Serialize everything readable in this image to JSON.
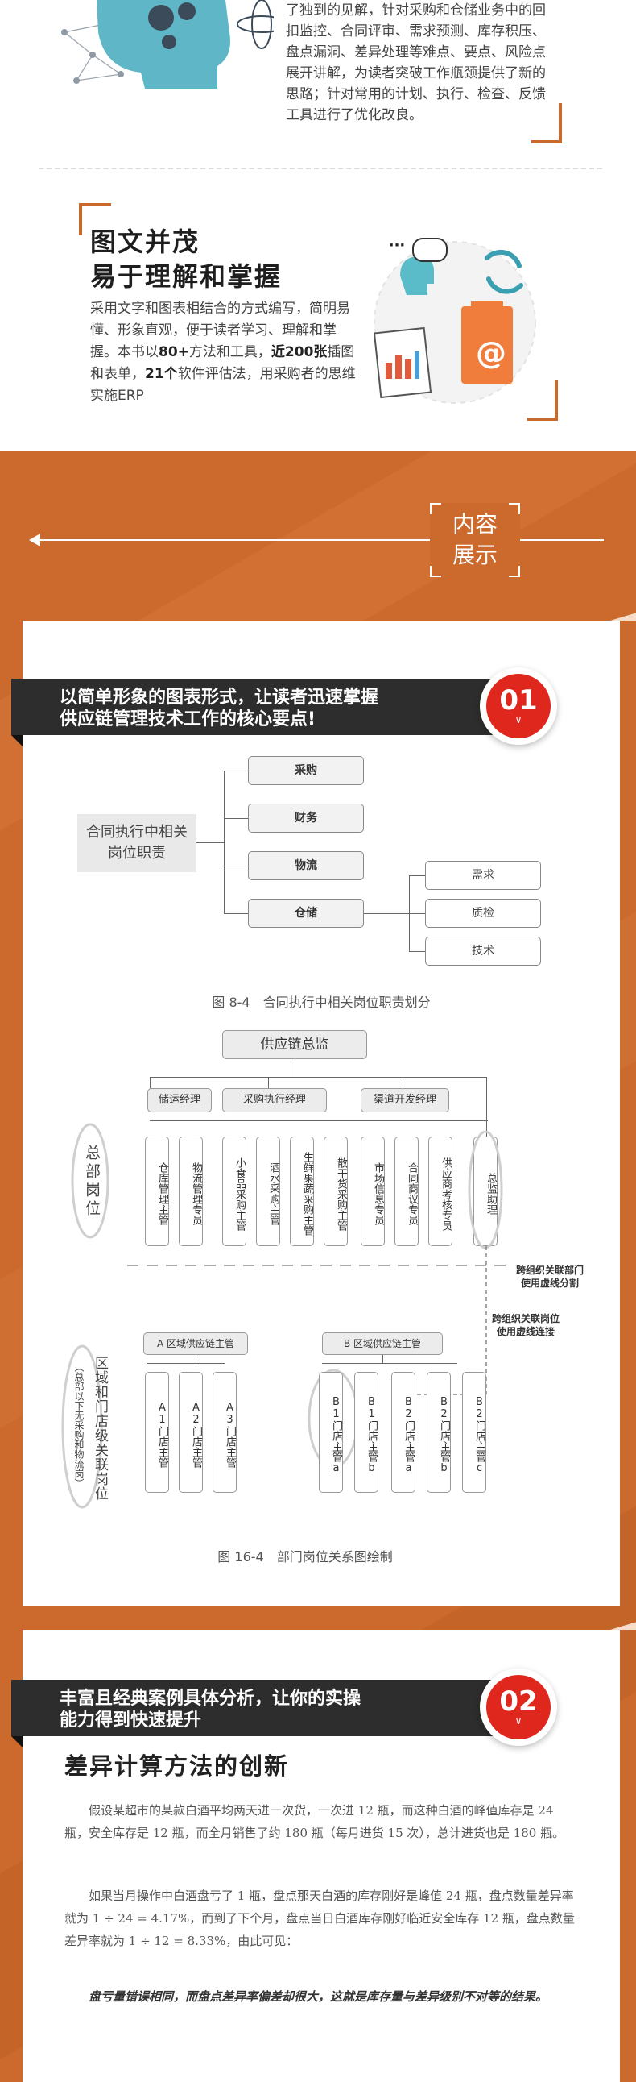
{
  "intro": {
    "paragraph": "了独到的见解，针对采购和仓储业务中的回扣监控、合同评审、需求预测、库存积压、盘点漏洞、差异处理等难点、要点、风险点展开讲解，为读者突破工作瓶颈提供了新的思路；针对常用的计划、执行、检查、反馈工具进行了优化改良。"
  },
  "feature2": {
    "title_line1": "图文并茂",
    "title_line2": "易于理解和掌握",
    "body_part1": "采用文字和图表相结合的方式编写，简明易懂、形象直观，便于读者学习、理解和掌握。本书以",
    "body_bold1": "80+",
    "body_part2": "方法和工具，",
    "body_bold2": "近200张",
    "body_part3": "插图和表单，",
    "body_bold3": "21个",
    "body_part4": "软件评估法，用采购者的思维实施ERP",
    "illus_email": "@",
    "illus_bubble": "···"
  },
  "show": {
    "line1": "内容",
    "line2": "展示"
  },
  "section1": {
    "banner_line1": "以简单形象的图表形式，让读者迅速掌握",
    "banner_line2": "供应链管理技术工作的核心要点!",
    "number": "01",
    "chevron": "∨",
    "chart1": {
      "root_line1": "合同执行中相关",
      "root_line2": "岗位职责",
      "branches": [
        "采购",
        "财务",
        "物流",
        "仓储"
      ],
      "sub_branches": [
        "需求",
        "质检",
        "技术"
      ],
      "caption": "图 8-4　合同执行中相关岗位职责划分"
    },
    "chart2": {
      "top": "供应链总监",
      "managers": [
        "储运经理",
        "采购执行经理",
        "渠道开发经理"
      ],
      "roles": [
        "仓库管理主管",
        "物流管理专员",
        "小食品采购主管",
        "酒水采购主管",
        "生鲜果蔬采购主管",
        "散干货采购主管",
        "市场信息专员",
        "合同商议专员",
        "供应商考核专员",
        "总监助理"
      ],
      "hq_label": "总部岗位",
      "note1_line1": "跨组织关联部门",
      "note1_line2": "使用虚线分割",
      "note2_line1": "跨组织关联岗位",
      "note2_line2": "使用虚线连接",
      "region_label": "区域和门店级关联岗位",
      "region_sub": "（总部以下无采购和物流岗）",
      "region_a": "A 区域供应链主管",
      "region_b": "B 区域供应链主管",
      "stores_a": [
        "A1门店主管",
        "A2门店主管",
        "A3门店主管"
      ],
      "stores_b": [
        "B1门店主管a",
        "B1门店主管b",
        "B2门店主管a",
        "B2门店主管b",
        "B2门店主管c"
      ],
      "caption": "图 16-4　部门岗位关系图绘制"
    }
  },
  "section2": {
    "banner_line1": "丰富且经典案例具体分析，让你的实操",
    "banner_line2": "能力得到快速提升",
    "number": "02",
    "chevron": "∨",
    "case_title": "差异计算方法的创新",
    "para1": "假设某超市的某款白酒平均两天进一次货，一次进 12 瓶，而这种白酒的峰值库存是 24 瓶，安全库存是 12 瓶，而全月销售了约 180 瓶（每月进货 15 次），总计进货也是 180 瓶。",
    "para2": "如果当月操作中白酒盘亏了 1 瓶，盘点那天白酒的库存刚好是峰值 24 瓶，盘点数量差异率就为 1 ÷ 24 = 4.17%，而到了下个月，盘点当日白酒库存刚好临近安全库存 12 瓶，盘点数量差异率就为 1 ÷ 12 = 8.33%，由此可见：",
    "note": "盘亏量错误相同，而盘点差异率偏差却很大，这就是库存量与差异级别不对等的结果。"
  },
  "colors": {
    "orange": "#cc6a2d",
    "red": "#e0271d",
    "banner": "#2d2d2d"
  }
}
